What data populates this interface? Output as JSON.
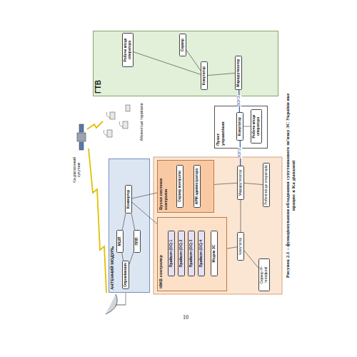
{
  "diagram": {
    "caption": "Рисунок 2.1 – функціонування обладнання супутникового зв'язку ЗС України яке працює в Ka діапазоні",
    "nodes": [
      {
        "text": [
          "Ka-діапазонний супутник"
        ]
      },
      {
        "text": [
          "Абонентські термінали"
        ]
      },
      {
        "text": [
          "АНТЕННИЙ МОДУЛЬ"
        ]
      },
      {
        "text": [
          "Опромінювач"
        ],
        "in": 2
      },
      {
        "text": [
          "МШП"
        ],
        "in": 2
      },
      {
        "text": [
          "ППП"
        ],
        "in": 2
      },
      {
        "text": [
          "Конвертор"
        ],
        "in": 2
      },
      {
        "text": [
          "Вузол системи контролю"
        ]
      },
      {
        "text": [
          "Сервер контролю"
        ],
        "in": 7
      },
      {
        "text": [
          "АРМ адміністратора"
        ],
        "in": 7
      },
      {
        "text": [
          "НЖВ контролер"
        ]
      },
      {
        "text": [
          "Приймач (ОС) 1"
        ],
        "in": 10
      },
      {
        "text": [
          "Приймач (ОС) 2"
        ],
        "in": 10
      },
      {
        "text": [
          "Приймач (ОС) 3"
        ],
        "in": 10
      },
      {
        "text": [
          "Приймач (ОС) 4"
        ],
        "in": 10
      },
      {
        "text": [
          "Модем ЗС"
        ],
        "in": 10
      },
      {
        "text": [
          "Комутатор"
        ]
      },
      {
        "text": [
          "Маршрутизатор"
        ]
      },
      {
        "text": [
          "Сервер IP-телефонії"
        ]
      },
      {
        "text": [
          "Робочі місця операторів"
        ]
      },
      {
        "text": [
          "Пункт управління"
        ]
      },
      {
        "text": [
          "Комутатор"
        ],
        "in": 20
      },
      {
        "text": [
          "Робоче місце оператора"
        ],
        "in": 20
      },
      {
        "text": [
          "ГТВ"
        ]
      },
      {
        "text": [
          "Маршрутизатор"
        ],
        "in": 23
      },
      {
        "text": [
          "Комутатор"
        ],
        "in": 23
      },
      {
        "text": [
          "Сервер"
        ],
        "in": 23
      },
      {
        "text": [
          "Робоче місце оператора"
        ],
        "in": 23
      }
    ],
    "edges": [
      {
        "from": 3,
        "to": 4,
        "arrow": "none"
      },
      {
        "from": 3,
        "to": 5,
        "arrow": "none"
      },
      {
        "from": 4,
        "to": 6,
        "arrow": "none"
      },
      {
        "from": 5,
        "to": 6,
        "arrow": "none"
      },
      {
        "from": 6,
        "to": 10,
        "arrow": "none"
      },
      {
        "from": 6,
        "to": 7,
        "arrow": "none"
      },
      {
        "from": 10,
        "to": 16,
        "arrow": "none"
      },
      {
        "from": 7,
        "to": 17,
        "arrow": "none"
      },
      {
        "from": 16,
        "to": 17,
        "arrow": "none"
      },
      {
        "from": 16,
        "to": 18,
        "arrow": "none"
      },
      {
        "from": 17,
        "to": 19,
        "arrow": "none"
      },
      {
        "from": 17,
        "to": 21,
        "arrow": "none",
        "label": "ВОЛЗ"
      },
      {
        "from": 21,
        "to": 22,
        "arrow": "none"
      },
      {
        "from": 21,
        "to": 24,
        "arrow": "none",
        "label": "ВОЛЗ"
      },
      {
        "from": 24,
        "to": 25,
        "arrow": "none"
      },
      {
        "from": 25,
        "to": 26,
        "arrow": "none"
      },
      {
        "from": 25,
        "to": 27,
        "arrow": "none"
      }
    ],
    "labels": [
      "10"
    ]
  }
}
